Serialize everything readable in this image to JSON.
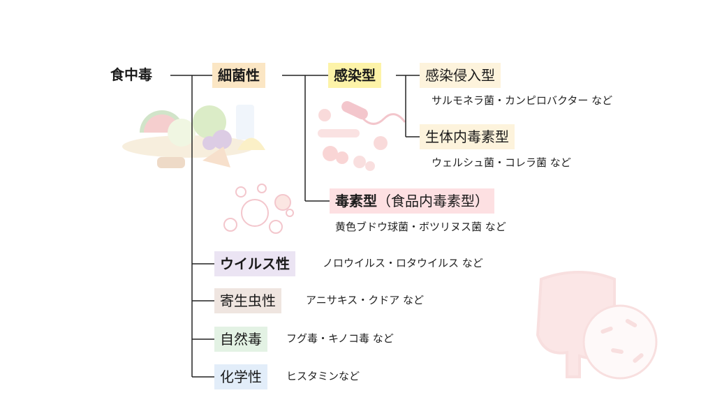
{
  "tree": {
    "root": "食中毒",
    "bacterial": {
      "label": "細菌性",
      "infection": {
        "label": "感染型",
        "invasive": {
          "label": "感染侵入型",
          "examples": "サルモネラ菌・カンピロバクター など"
        },
        "toxico_infection": {
          "label": "生体内毒素型",
          "examples": "ウェルシュ菌・コレラ菌 など"
        }
      },
      "toxin": {
        "label": "毒素型",
        "sub_label": "（食品内毒素型）",
        "examples": "黄色ブドウ球菌・ボツリヌス菌 など"
      }
    },
    "viral": {
      "label": "ウイルス性",
      "examples": "ノロウイルス・ロタウイルス など"
    },
    "parasitic": {
      "label": "寄生虫性",
      "examples": "アニサキス・クドア など"
    },
    "natural": {
      "label": "自然毒",
      "examples": "フグ毒・キノコ毒 など"
    },
    "chemical": {
      "label": "化学性",
      "examples": "ヒスタミンなど"
    }
  },
  "colors": {
    "bacterial_bg": "#fbe6c4",
    "infection_bg": "#fdf3a8",
    "subtype_bg": "#fdf3dc",
    "toxin_bg": "#fde0e2",
    "viral_bg": "#ebe4f3",
    "parasitic_bg": "#efe5e0",
    "natural_bg": "#e3f2e4",
    "chemical_bg": "#e2edf9",
    "line": "#222222"
  },
  "illustrations": [
    "food-illustration",
    "bacteria-illustration",
    "virus-illustration",
    "intestine-illustration"
  ]
}
